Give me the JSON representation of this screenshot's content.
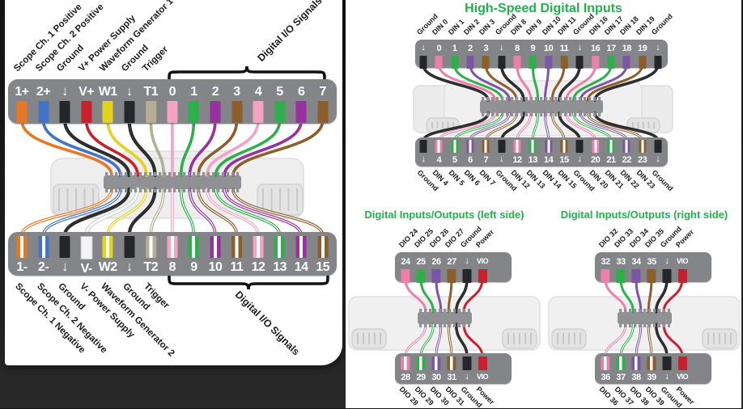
{
  "titles": {
    "high_speed": "High-Speed Digital Inputs",
    "dio_left": "Digital Inputs/Outputs (left side)",
    "dio_right": "Digital Inputs/Outputs (right side)"
  },
  "group_label": "Digital I/O Signals",
  "colors": {
    "orange": "#E87722",
    "blue": "#4273C8",
    "black": "#26262A",
    "red": "#C8202E",
    "yellow": "#E3D31E",
    "tan": "#B4AE93",
    "white": "#F4F4F4",
    "pink": "#F4A3C1",
    "pink2": "#EE7FA7",
    "green": "#2FAF4C",
    "purple": "#99309F",
    "violet": "#7D55A7",
    "brown": "#8C5E2B",
    "power": "#C8202E",
    "title_green": "#21B24B",
    "bar_gray": "#838588"
  },
  "analog": {
    "top": [
      {
        "pin": "1+",
        "label": "Scope Ch. 1 Positive",
        "color": "orange"
      },
      {
        "pin": "2+",
        "label": "Scope Ch. 2 Positive",
        "color": "blue"
      },
      {
        "pin": "↓",
        "label": "Ground",
        "color": "black"
      },
      {
        "pin": "V+",
        "label": "V+ Power Supply",
        "color": "red"
      },
      {
        "pin": "W1",
        "label": "Waveform Generator 1",
        "color": "yellow"
      },
      {
        "pin": "↓",
        "label": "Ground",
        "color": "black"
      },
      {
        "pin": "T1",
        "label": "Trigger",
        "color": "tan"
      },
      {
        "pin": "0",
        "color": "pink"
      },
      {
        "pin": "1",
        "color": "green"
      },
      {
        "pin": "2",
        "color": "purple"
      },
      {
        "pin": "3",
        "color": "brown"
      },
      {
        "pin": "4",
        "color": "pink"
      },
      {
        "pin": "5",
        "color": "green"
      },
      {
        "pin": "6",
        "color": "purple"
      },
      {
        "pin": "7",
        "color": "brown"
      }
    ],
    "bottom": [
      {
        "pin": "1-",
        "label": "Scope Ch. 1 Negative",
        "color": "orange",
        "striped": true
      },
      {
        "pin": "2-",
        "label": "Scope Ch. 2 Negative",
        "color": "blue",
        "striped": true
      },
      {
        "pin": "↓",
        "label": "Ground",
        "color": "black"
      },
      {
        "pin": "V-",
        "label": "V- Power Supply",
        "color": "white"
      },
      {
        "pin": "W2",
        "label": "Waveform Generator 2",
        "color": "yellow",
        "striped": true
      },
      {
        "pin": "↓",
        "label": "Ground",
        "color": "black"
      },
      {
        "pin": "T2",
        "label": "Trigger",
        "color": "tan",
        "striped": true
      },
      {
        "pin": "8",
        "color": "pink",
        "striped": true
      },
      {
        "pin": "9",
        "color": "green",
        "striped": true
      },
      {
        "pin": "10",
        "color": "purple",
        "striped": true
      },
      {
        "pin": "11",
        "color": "brown",
        "striped": true
      },
      {
        "pin": "12",
        "color": "pink",
        "striped": true
      },
      {
        "pin": "13",
        "color": "green",
        "striped": true
      },
      {
        "pin": "14",
        "color": "purple",
        "striped": true
      },
      {
        "pin": "15",
        "color": "brown",
        "striped": true
      }
    ]
  },
  "high_speed": {
    "top": [
      {
        "pin": "↓",
        "label": "Ground",
        "color": "black"
      },
      {
        "pin": "0",
        "label": "DIN 0",
        "color": "pink2"
      },
      {
        "pin": "1",
        "label": "DIN 1",
        "color": "green"
      },
      {
        "pin": "2",
        "label": "DIN 2",
        "color": "violet"
      },
      {
        "pin": "3",
        "label": "DIN 3",
        "color": "brown"
      },
      {
        "pin": "↓",
        "label": "Ground",
        "color": "black"
      },
      {
        "pin": "8",
        "label": "DIN 8",
        "color": "pink2"
      },
      {
        "pin": "9",
        "label": "DIN 9",
        "color": "green"
      },
      {
        "pin": "10",
        "label": "DIN 10",
        "color": "violet"
      },
      {
        "pin": "11",
        "label": "DIN 11",
        "color": "brown"
      },
      {
        "pin": "↓",
        "label": "Ground",
        "color": "black"
      },
      {
        "pin": "16",
        "label": "DIN 16",
        "color": "pink2"
      },
      {
        "pin": "17",
        "label": "DIN 17",
        "color": "green"
      },
      {
        "pin": "18",
        "label": "DIN 18",
        "color": "violet"
      },
      {
        "pin": "19",
        "label": "DIN 19",
        "color": "brown"
      },
      {
        "pin": "↓",
        "label": "Ground",
        "color": "black"
      }
    ],
    "bottom": [
      {
        "pin": "↓",
        "label": "Ground",
        "color": "black"
      },
      {
        "pin": "4",
        "label": "DIN 4",
        "color": "pink2",
        "striped": true
      },
      {
        "pin": "5",
        "label": "DIN 5",
        "color": "green",
        "striped": true
      },
      {
        "pin": "6",
        "label": "DIN 6",
        "color": "violet",
        "striped": true
      },
      {
        "pin": "7",
        "label": "DIN 7",
        "color": "brown",
        "striped": true
      },
      {
        "pin": "↓",
        "label": "Ground",
        "color": "black"
      },
      {
        "pin": "12",
        "label": "DIN 12",
        "color": "pink2",
        "striped": true
      },
      {
        "pin": "13",
        "label": "DIN 13",
        "color": "green",
        "striped": true
      },
      {
        "pin": "14",
        "label": "DIN 14",
        "color": "violet",
        "striped": true
      },
      {
        "pin": "15",
        "label": "DIN 15",
        "color": "brown",
        "striped": true
      },
      {
        "pin": "↓",
        "label": "Ground",
        "color": "black"
      },
      {
        "pin": "20",
        "label": "DIN 20",
        "color": "pink2",
        "striped": true
      },
      {
        "pin": "21",
        "label": "DIN 21",
        "color": "green",
        "striped": true
      },
      {
        "pin": "22",
        "label": "DIN 22",
        "color": "violet",
        "striped": true
      },
      {
        "pin": "23",
        "label": "DIN 23",
        "color": "brown",
        "striped": true
      },
      {
        "pin": "↓",
        "label": "Ground",
        "color": "black"
      }
    ]
  },
  "dio_left": {
    "top": [
      {
        "pin": "24",
        "label": "DIO 24",
        "color": "pink2"
      },
      {
        "pin": "25",
        "label": "DIO 25",
        "color": "green"
      },
      {
        "pin": "26",
        "label": "DIO 26",
        "color": "violet"
      },
      {
        "pin": "27",
        "label": "DIO 27",
        "color": "brown"
      },
      {
        "pin": "↓",
        "label": "Ground",
        "color": "black"
      },
      {
        "pin": "VIO",
        "label": "Power",
        "color": "power"
      }
    ],
    "bottom": [
      {
        "pin": "28",
        "label": "DIO 28",
        "color": "pink2",
        "striped": true
      },
      {
        "pin": "29",
        "label": "DIO 29",
        "color": "green",
        "striped": true
      },
      {
        "pin": "30",
        "label": "DIO 30",
        "color": "violet",
        "striped": true
      },
      {
        "pin": "31",
        "label": "DIO 31",
        "color": "brown",
        "striped": true
      },
      {
        "pin": "↓",
        "label": "Ground",
        "color": "black"
      },
      {
        "pin": "VIO",
        "label": "Power",
        "color": "power"
      }
    ]
  },
  "dio_right": {
    "top": [
      {
        "pin": "32",
        "label": "DIO 32",
        "color": "pink2"
      },
      {
        "pin": "33",
        "label": "DIO 33",
        "color": "green"
      },
      {
        "pin": "34",
        "label": "DIO 34",
        "color": "violet"
      },
      {
        "pin": "35",
        "label": "DIO 35",
        "color": "brown"
      },
      {
        "pin": "↓",
        "label": "Ground",
        "color": "black"
      },
      {
        "pin": "VIO",
        "label": "Power",
        "color": "power"
      }
    ],
    "bottom": [
      {
        "pin": "36",
        "label": "DIO 36",
        "color": "pink2",
        "striped": true
      },
      {
        "pin": "37",
        "label": "DIO 37",
        "color": "green",
        "striped": true
      },
      {
        "pin": "38",
        "label": "DIO 38",
        "color": "violet",
        "striped": true
      },
      {
        "pin": "39",
        "label": "DIO 39",
        "color": "brown",
        "striped": true
      },
      {
        "pin": "↓",
        "label": "Ground",
        "color": "black"
      },
      {
        "pin": "VIO",
        "label": "Power",
        "color": "power"
      }
    ]
  }
}
